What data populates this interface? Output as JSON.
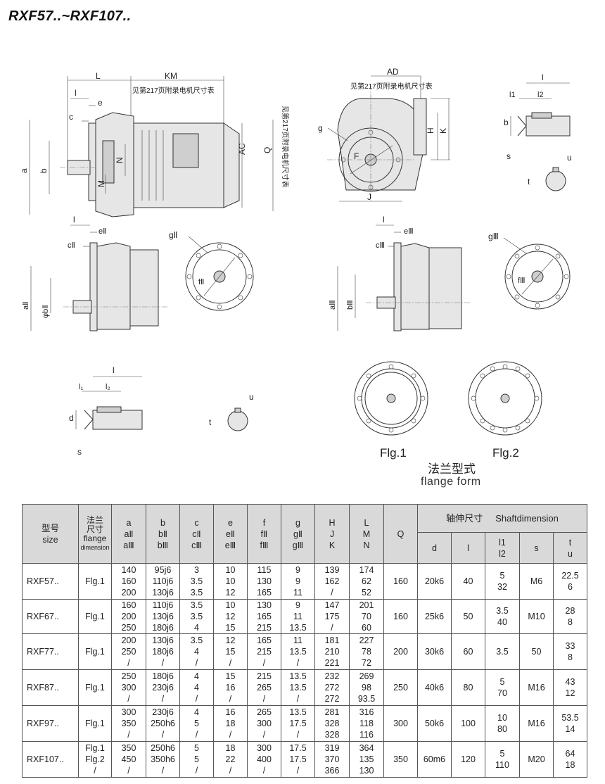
{
  "title": "RXF57..~RXF107..",
  "drawing_labels": {
    "L": "L",
    "KM": "KM",
    "motor_note": "见第217页附录电机尺寸表",
    "motor_note_vertical": "见第217页附录电机尺寸表",
    "l": "l",
    "e": "e",
    "c": "c",
    "a": "a",
    "b": "b",
    "M": "M",
    "N": "N",
    "AC": "AC",
    "Q": "Q",
    "AD": "AD",
    "g": "g",
    "F": "F",
    "H": "H",
    "K": "K",
    "J": "J",
    "l1": "l1",
    "l2": "l2",
    "s": "s",
    "t": "t",
    "u": "u",
    "d": "d",
    "l_ii": "l",
    "e_ii": "eⅡ",
    "c_ii": "cⅡ",
    "a_ii": "aⅡ",
    "b_ii": "φbⅡ",
    "g_ii": "gⅡ",
    "f_ii": "fⅡ",
    "l_iii": "l",
    "e_iii": "eⅢ",
    "c_iii": "cⅢ",
    "a_iii": "aⅢ",
    "b_iii": "bⅢ",
    "g_iii": "gⅢ",
    "f_iii": "fⅢ",
    "small_l1": "l₁",
    "small_l2": "l₂"
  },
  "flange": {
    "flg1": "Flg.1",
    "flg2": "Flg.2",
    "caption_cn": "法兰型式",
    "caption_en": "flange form"
  },
  "table": {
    "headers": {
      "size": [
        "型号",
        "size"
      ],
      "flange": [
        "法兰",
        "尺寸",
        "flange",
        "dimension"
      ],
      "a": [
        "a",
        "aⅡ",
        "aⅢ"
      ],
      "b": [
        "b",
        "bⅡ",
        "bⅢ"
      ],
      "c": [
        "c",
        "cⅡ",
        "cⅢ"
      ],
      "e": [
        "e",
        "eⅡ",
        "eⅢ"
      ],
      "f": [
        "f",
        "fⅡ",
        "fⅢ"
      ],
      "g": [
        "g",
        "gⅡ",
        "gⅢ"
      ],
      "hjk": [
        "H",
        "J",
        "K"
      ],
      "lmn": [
        "L",
        "M",
        "N"
      ],
      "q": "Q",
      "shaft_cn": "轴伸尺寸",
      "shaft_en": "Shaftdimension",
      "d": "d",
      "l": "l",
      "l1l2": [
        "l1",
        "l2"
      ],
      "s": "s",
      "tu": [
        "t",
        "u"
      ]
    },
    "rows": [
      {
        "size": "RXF57..",
        "flange": [
          "Flg.1"
        ],
        "a": [
          "140",
          "160",
          "200"
        ],
        "b": [
          "95j6",
          "110j6",
          "130j6"
        ],
        "c": [
          "3",
          "3.5",
          "3.5"
        ],
        "e": [
          "10",
          "10",
          "12"
        ],
        "f": [
          "115",
          "130",
          "165"
        ],
        "g": [
          "9",
          "9",
          "11"
        ],
        "hjk": [
          "139",
          "162",
          "/"
        ],
        "lmn": [
          "174",
          "62",
          "52"
        ],
        "q": "160",
        "d": "20k6",
        "l": "40",
        "l1l2": [
          "5",
          "32"
        ],
        "s": "M6",
        "tu": [
          "22.5",
          "6"
        ]
      },
      {
        "size": "RXF67..",
        "flange": [
          "Flg.1"
        ],
        "a": [
          "160",
          "200",
          "250"
        ],
        "b": [
          "110j6",
          "130j6",
          "180j6"
        ],
        "c": [
          "3.5",
          "3.5",
          "4"
        ],
        "e": [
          "10",
          "12",
          "15"
        ],
        "f": [
          "130",
          "165",
          "215"
        ],
        "g": [
          "9",
          "11",
          "13.5"
        ],
        "hjk": [
          "147",
          "175",
          "/"
        ],
        "lmn": [
          "201",
          "70",
          "60"
        ],
        "q": "160",
        "d": "25k6",
        "l": "50",
        "l1l2": [
          "3.5",
          "40"
        ],
        "s": "M10",
        "tu": [
          "28",
          "8"
        ]
      },
      {
        "size": "RXF77..",
        "flange": [
          "Flg.1"
        ],
        "a": [
          "200",
          "250",
          "/"
        ],
        "b": [
          "130j6",
          "180j6",
          "/"
        ],
        "c": [
          "3.5",
          "4",
          "/"
        ],
        "e": [
          "12",
          "15",
          "/"
        ],
        "f": [
          "165",
          "215",
          "/"
        ],
        "g": [
          "11",
          "13.5",
          "/"
        ],
        "hjk": [
          "181",
          "210",
          "221"
        ],
        "lmn": [
          "227",
          "78",
          "72"
        ],
        "q": "200",
        "d": "30k6",
        "l": "60",
        "l1l2": [
          "",
          "3.5"
        ],
        "s": "50",
        "tu": [
          "33",
          "8"
        ]
      },
      {
        "size": "RXF87..",
        "flange": [
          "Flg.1"
        ],
        "a": [
          "250",
          "300",
          "/"
        ],
        "b": [
          "180j6",
          "230j6",
          "/"
        ],
        "c": [
          "4",
          "4",
          "/"
        ],
        "e": [
          "15",
          "16",
          "/"
        ],
        "f": [
          "215",
          "265",
          "/"
        ],
        "g": [
          "13.5",
          "13.5",
          "/"
        ],
        "hjk": [
          "232",
          "272",
          "272"
        ],
        "lmn": [
          "269",
          "98",
          "93.5"
        ],
        "q": "250",
        "d": "40k6",
        "l": "80",
        "l1l2": [
          "5",
          "70"
        ],
        "s": "M16",
        "tu": [
          "43",
          "12"
        ]
      },
      {
        "size": "RXF97..",
        "flange": [
          "Flg.1"
        ],
        "a": [
          "300",
          "350",
          "/"
        ],
        "b": [
          "230j6",
          "250h6",
          "/"
        ],
        "c": [
          "4",
          "5",
          "/"
        ],
        "e": [
          "16",
          "18",
          "/"
        ],
        "f": [
          "265",
          "300",
          "/"
        ],
        "g": [
          "13.5",
          "17.5",
          "/"
        ],
        "hjk": [
          "281",
          "328",
          "328"
        ],
        "lmn": [
          "316",
          "118",
          "116"
        ],
        "q": "300",
        "d": "50k6",
        "l": "100",
        "l1l2": [
          "10",
          "80"
        ],
        "s": "M16",
        "tu": [
          "53.5",
          "14"
        ]
      },
      {
        "size": "RXF107..",
        "flange": [
          "Flg.1",
          "Flg.2",
          "/"
        ],
        "a": [
          "350",
          "450",
          "/"
        ],
        "b": [
          "250h6",
          "350h6",
          "/"
        ],
        "c": [
          "5",
          "5",
          "/"
        ],
        "e": [
          "18",
          "22",
          "/"
        ],
        "f": [
          "300",
          "400",
          "/"
        ],
        "g": [
          "17.5",
          "17.5",
          "/"
        ],
        "hjk": [
          "319",
          "370",
          "366"
        ],
        "lmn": [
          "364",
          "135",
          "130"
        ],
        "q": "350",
        "d": "60m6",
        "l": "120",
        "l1l2": [
          "5",
          "110"
        ],
        "s": "M20",
        "tu": [
          "64",
          "18"
        ]
      }
    ]
  }
}
